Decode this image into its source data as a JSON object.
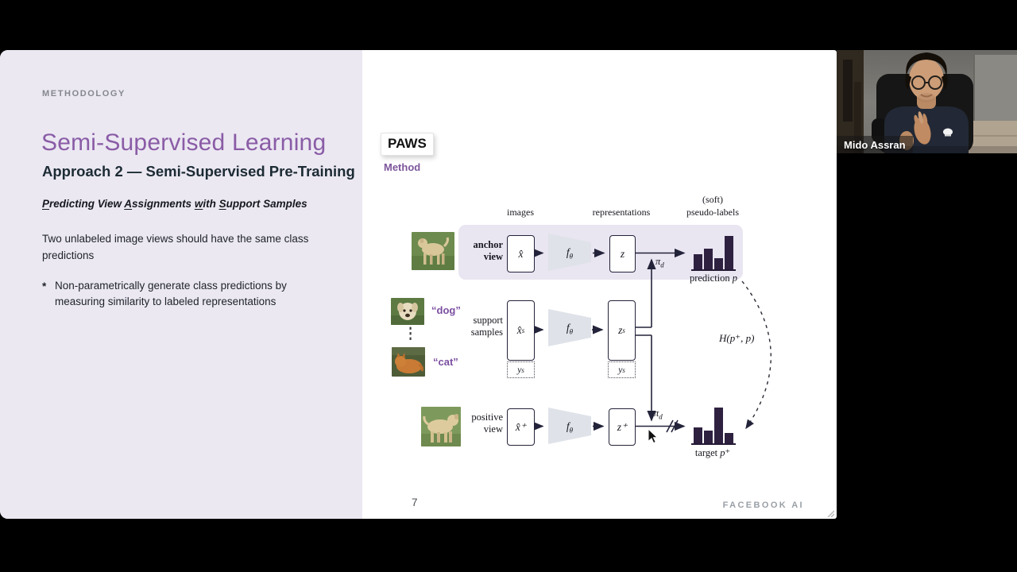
{
  "call_ui": {
    "participant_name": "Mido Assran"
  },
  "slide": {
    "eyebrow": "METHODOLOGY",
    "title": "Semi-Supervised Learning",
    "subtitle": "Approach 2 — Semi-Supervised Pre-Training",
    "heading_segments": [
      {
        "text": "P",
        "underline": true
      },
      {
        "text": "redicting View ",
        "underline": false
      },
      {
        "text": "A",
        "underline": true
      },
      {
        "text": "ssignments ",
        "underline": false
      },
      {
        "text": "w",
        "underline": true
      },
      {
        "text": "ith ",
        "underline": false
      },
      {
        "text": "S",
        "underline": true
      },
      {
        "text": "upport Samples",
        "underline": false
      }
    ],
    "paragraph": "Two unlabeled image views should have the same class predictions",
    "bullet_marker": "*",
    "bullet_text": "Non-parametrically generate class predictions by measuring similarity to labeled representations",
    "page_number": "7",
    "brand": "FACEBOOK AI",
    "badge": {
      "label": "PAWS",
      "sublabel": "Method"
    }
  },
  "diagram": {
    "headers": {
      "images": "images",
      "representations": "representations",
      "soft": "(soft)",
      "pseudo_labels": "pseudo-labels"
    },
    "rows": {
      "anchor": {
        "label_line1": "anchor",
        "label_line2": "view"
      },
      "support": {
        "label_line1": "support",
        "label_line2": "samples",
        "class1": "“dog”",
        "class2": "“cat”",
        "ellipsis": "⋮"
      },
      "positive": {
        "label_line1": "positive",
        "label_line2": "view"
      }
    },
    "symbols": {
      "x_hat": "x̂",
      "f": "f",
      "theta": "θ",
      "z": "z",
      "s": "s",
      "y": "y",
      "plus": "⁺",
      "pi": "π",
      "d": "d"
    },
    "captions": {
      "prediction_main": "prediction ",
      "prediction_var": "p",
      "target_main": "target ",
      "target_var": "p⁺"
    },
    "loss_label": "H(p⁺, p)",
    "colors": {
      "bar": "#2e2140",
      "highlight_band": "#e9e5f1",
      "ink": "#1a1a2e",
      "trapezoid": "#dfe3e9"
    }
  },
  "chart_data": [
    {
      "type": "bar",
      "title": "prediction p",
      "values": [
        0.19,
        0.26,
        0.14,
        0.41
      ],
      "ylim": [
        0,
        0.45
      ],
      "xlabel": "",
      "ylabel": ""
    },
    {
      "type": "bar",
      "title": "target p⁺",
      "values": [
        0.21,
        0.17,
        0.48,
        0.14
      ],
      "ylim": [
        0,
        0.5
      ],
      "xlabel": "",
      "ylabel": ""
    }
  ]
}
